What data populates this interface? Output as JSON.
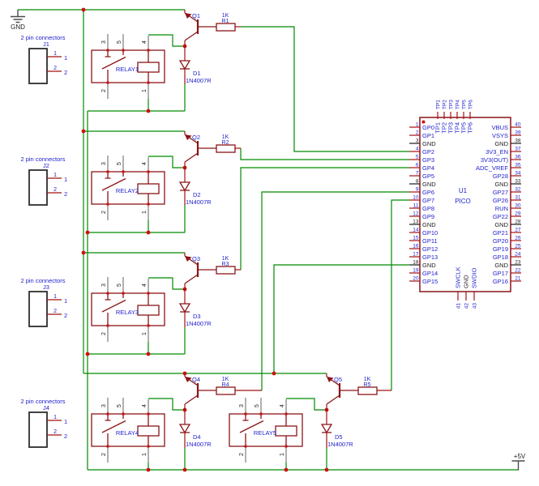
{
  "colors": {
    "wire_green": "#008a00",
    "component_body": "#8a1518",
    "pin_red": "#a51212",
    "junction_red": "#cf1010",
    "label_blue": "#2222cc",
    "text_black": "#1d1d1d",
    "relay_pin_gray": "#7d7d7d"
  },
  "power": {
    "gnd": {
      "label": "GND"
    },
    "v5": {
      "label": "+5V"
    }
  },
  "connectors": [
    {
      "heading": "2 pin connectors",
      "ref": "J1",
      "pins": [
        {
          "num": "1",
          "name": "1"
        },
        {
          "num": "2",
          "name": "2"
        }
      ]
    },
    {
      "heading": "2 pin connectors",
      "ref": "J2",
      "pins": [
        {
          "num": "1",
          "name": "1"
        },
        {
          "num": "2",
          "name": "2"
        }
      ]
    },
    {
      "heading": "2 pin connectors",
      "ref": "J3",
      "pins": [
        {
          "num": "1",
          "name": "1"
        },
        {
          "num": "2",
          "name": "2"
        }
      ]
    },
    {
      "heading": "2 pin connectors",
      "ref": "J4",
      "pins": [
        {
          "num": "1",
          "name": "1"
        },
        {
          "num": "2",
          "name": "2"
        }
      ]
    }
  ],
  "relays": [
    {
      "ref": "RELAY1",
      "pin_top": [
        "3",
        "5",
        "4"
      ],
      "pin_bottom": [
        "2",
        "1"
      ]
    },
    {
      "ref": "RELAY2",
      "pin_top": [
        "3",
        "5",
        "4"
      ],
      "pin_bottom": [
        "2",
        "1"
      ]
    },
    {
      "ref": "RELAY3",
      "pin_top": [
        "3",
        "5",
        "4"
      ],
      "pin_bottom": [
        "2",
        "1"
      ]
    },
    {
      "ref": "RELAY4",
      "pin_top": [
        "3",
        "5",
        "4"
      ],
      "pin_bottom": [
        "2",
        "1"
      ]
    },
    {
      "ref": "RELAY5",
      "pin_top": [
        "3",
        "5",
        "4"
      ],
      "pin_bottom": [
        "2",
        "1"
      ]
    }
  ],
  "transistors": [
    {
      "ref": "Q1"
    },
    {
      "ref": "Q2"
    },
    {
      "ref": "Q3"
    },
    {
      "ref": "Q4"
    },
    {
      "ref": "Q5"
    }
  ],
  "resistors": [
    {
      "value": "1K",
      "ref": "R1"
    },
    {
      "value": "1K",
      "ref": "R2"
    },
    {
      "value": "1K",
      "ref": "R3"
    },
    {
      "value": "1K",
      "ref": "R4"
    },
    {
      "value": "1K",
      "ref": "R5"
    }
  ],
  "diodes": [
    {
      "ref": "D1",
      "part": "1N4007R"
    },
    {
      "ref": "D2",
      "part": "1N4007R"
    },
    {
      "ref": "D3",
      "part": "1N4007R"
    },
    {
      "ref": "D4",
      "part": "1N4007R"
    },
    {
      "ref": "D5",
      "part": "1N4007R"
    }
  ],
  "pico": {
    "ref": "U1",
    "value": "PICO",
    "left_pins": [
      {
        "num": "1",
        "name": "GP0",
        "gnd": false
      },
      {
        "num": "2",
        "name": "GP1",
        "gnd": false
      },
      {
        "num": "3",
        "name": "GND",
        "gnd": true
      },
      {
        "num": "4",
        "name": "GP2",
        "gnd": false
      },
      {
        "num": "5",
        "name": "GP3",
        "gnd": false
      },
      {
        "num": "6",
        "name": "GP4",
        "gnd": false
      },
      {
        "num": "7",
        "name": "GP5",
        "gnd": false
      },
      {
        "num": "8",
        "name": "GND",
        "gnd": true
      },
      {
        "num": "9",
        "name": "GP6",
        "gnd": false
      },
      {
        "num": "10",
        "name": "GP7",
        "gnd": false
      },
      {
        "num": "11",
        "name": "GP8",
        "gnd": false
      },
      {
        "num": "12",
        "name": "GP9",
        "gnd": false
      },
      {
        "num": "13",
        "name": "GND",
        "gnd": true
      },
      {
        "num": "14",
        "name": "GP10",
        "gnd": false
      },
      {
        "num": "15",
        "name": "GP11",
        "gnd": false
      },
      {
        "num": "16",
        "name": "GP12",
        "gnd": false
      },
      {
        "num": "17",
        "name": "GP13",
        "gnd": false
      },
      {
        "num": "18",
        "name": "GND",
        "gnd": true
      },
      {
        "num": "19",
        "name": "GP14",
        "gnd": false
      },
      {
        "num": "20",
        "name": "GP15",
        "gnd": false
      }
    ],
    "right_pins": [
      {
        "num": "40",
        "name": "VBUS",
        "gnd": false
      },
      {
        "num": "39",
        "name": "VSYS",
        "gnd": false
      },
      {
        "num": "38",
        "name": "GND",
        "gnd": true
      },
      {
        "num": "37",
        "name": "3V3_EN",
        "gnd": false
      },
      {
        "num": "36",
        "name": "3V3(OUT)",
        "gnd": false
      },
      {
        "num": "35",
        "name": "ADC_VREF",
        "gnd": false
      },
      {
        "num": "34",
        "name": "GP28",
        "gnd": false
      },
      {
        "num": "33",
        "name": "GND",
        "gnd": true
      },
      {
        "num": "32",
        "name": "GP27",
        "gnd": false
      },
      {
        "num": "31",
        "name": "GP26",
        "gnd": false
      },
      {
        "num": "30",
        "name": "RUN",
        "gnd": false
      },
      {
        "num": "29",
        "name": "GP22",
        "gnd": false
      },
      {
        "num": "28",
        "name": "GND",
        "gnd": true
      },
      {
        "num": "27",
        "name": "GP21",
        "gnd": false
      },
      {
        "num": "26",
        "name": "GP20",
        "gnd": false
      },
      {
        "num": "25",
        "name": "GP19",
        "gnd": false
      },
      {
        "num": "24",
        "name": "GP18",
        "gnd": false
      },
      {
        "num": "23",
        "name": "GND",
        "gnd": true
      },
      {
        "num": "22",
        "name": "GP17",
        "gnd": false
      },
      {
        "num": "21",
        "name": "GP16",
        "gnd": false
      }
    ],
    "top_pins": [
      {
        "num": "TP1",
        "name": "TP1"
      },
      {
        "num": "TP2",
        "name": "TP2"
      },
      {
        "num": "TP3",
        "name": "TP3"
      },
      {
        "num": "TP4",
        "name": "TP4"
      },
      {
        "num": "TP5",
        "name": "TP5"
      },
      {
        "num": "TP6",
        "name": "TP6"
      }
    ],
    "bottom_pins": [
      {
        "num": "41",
        "name": "SWCLK",
        "gnd": false
      },
      {
        "num": "42",
        "name": "GND",
        "gnd": true
      },
      {
        "num": "43",
        "name": "SWDIO",
        "gnd": false
      }
    ]
  }
}
